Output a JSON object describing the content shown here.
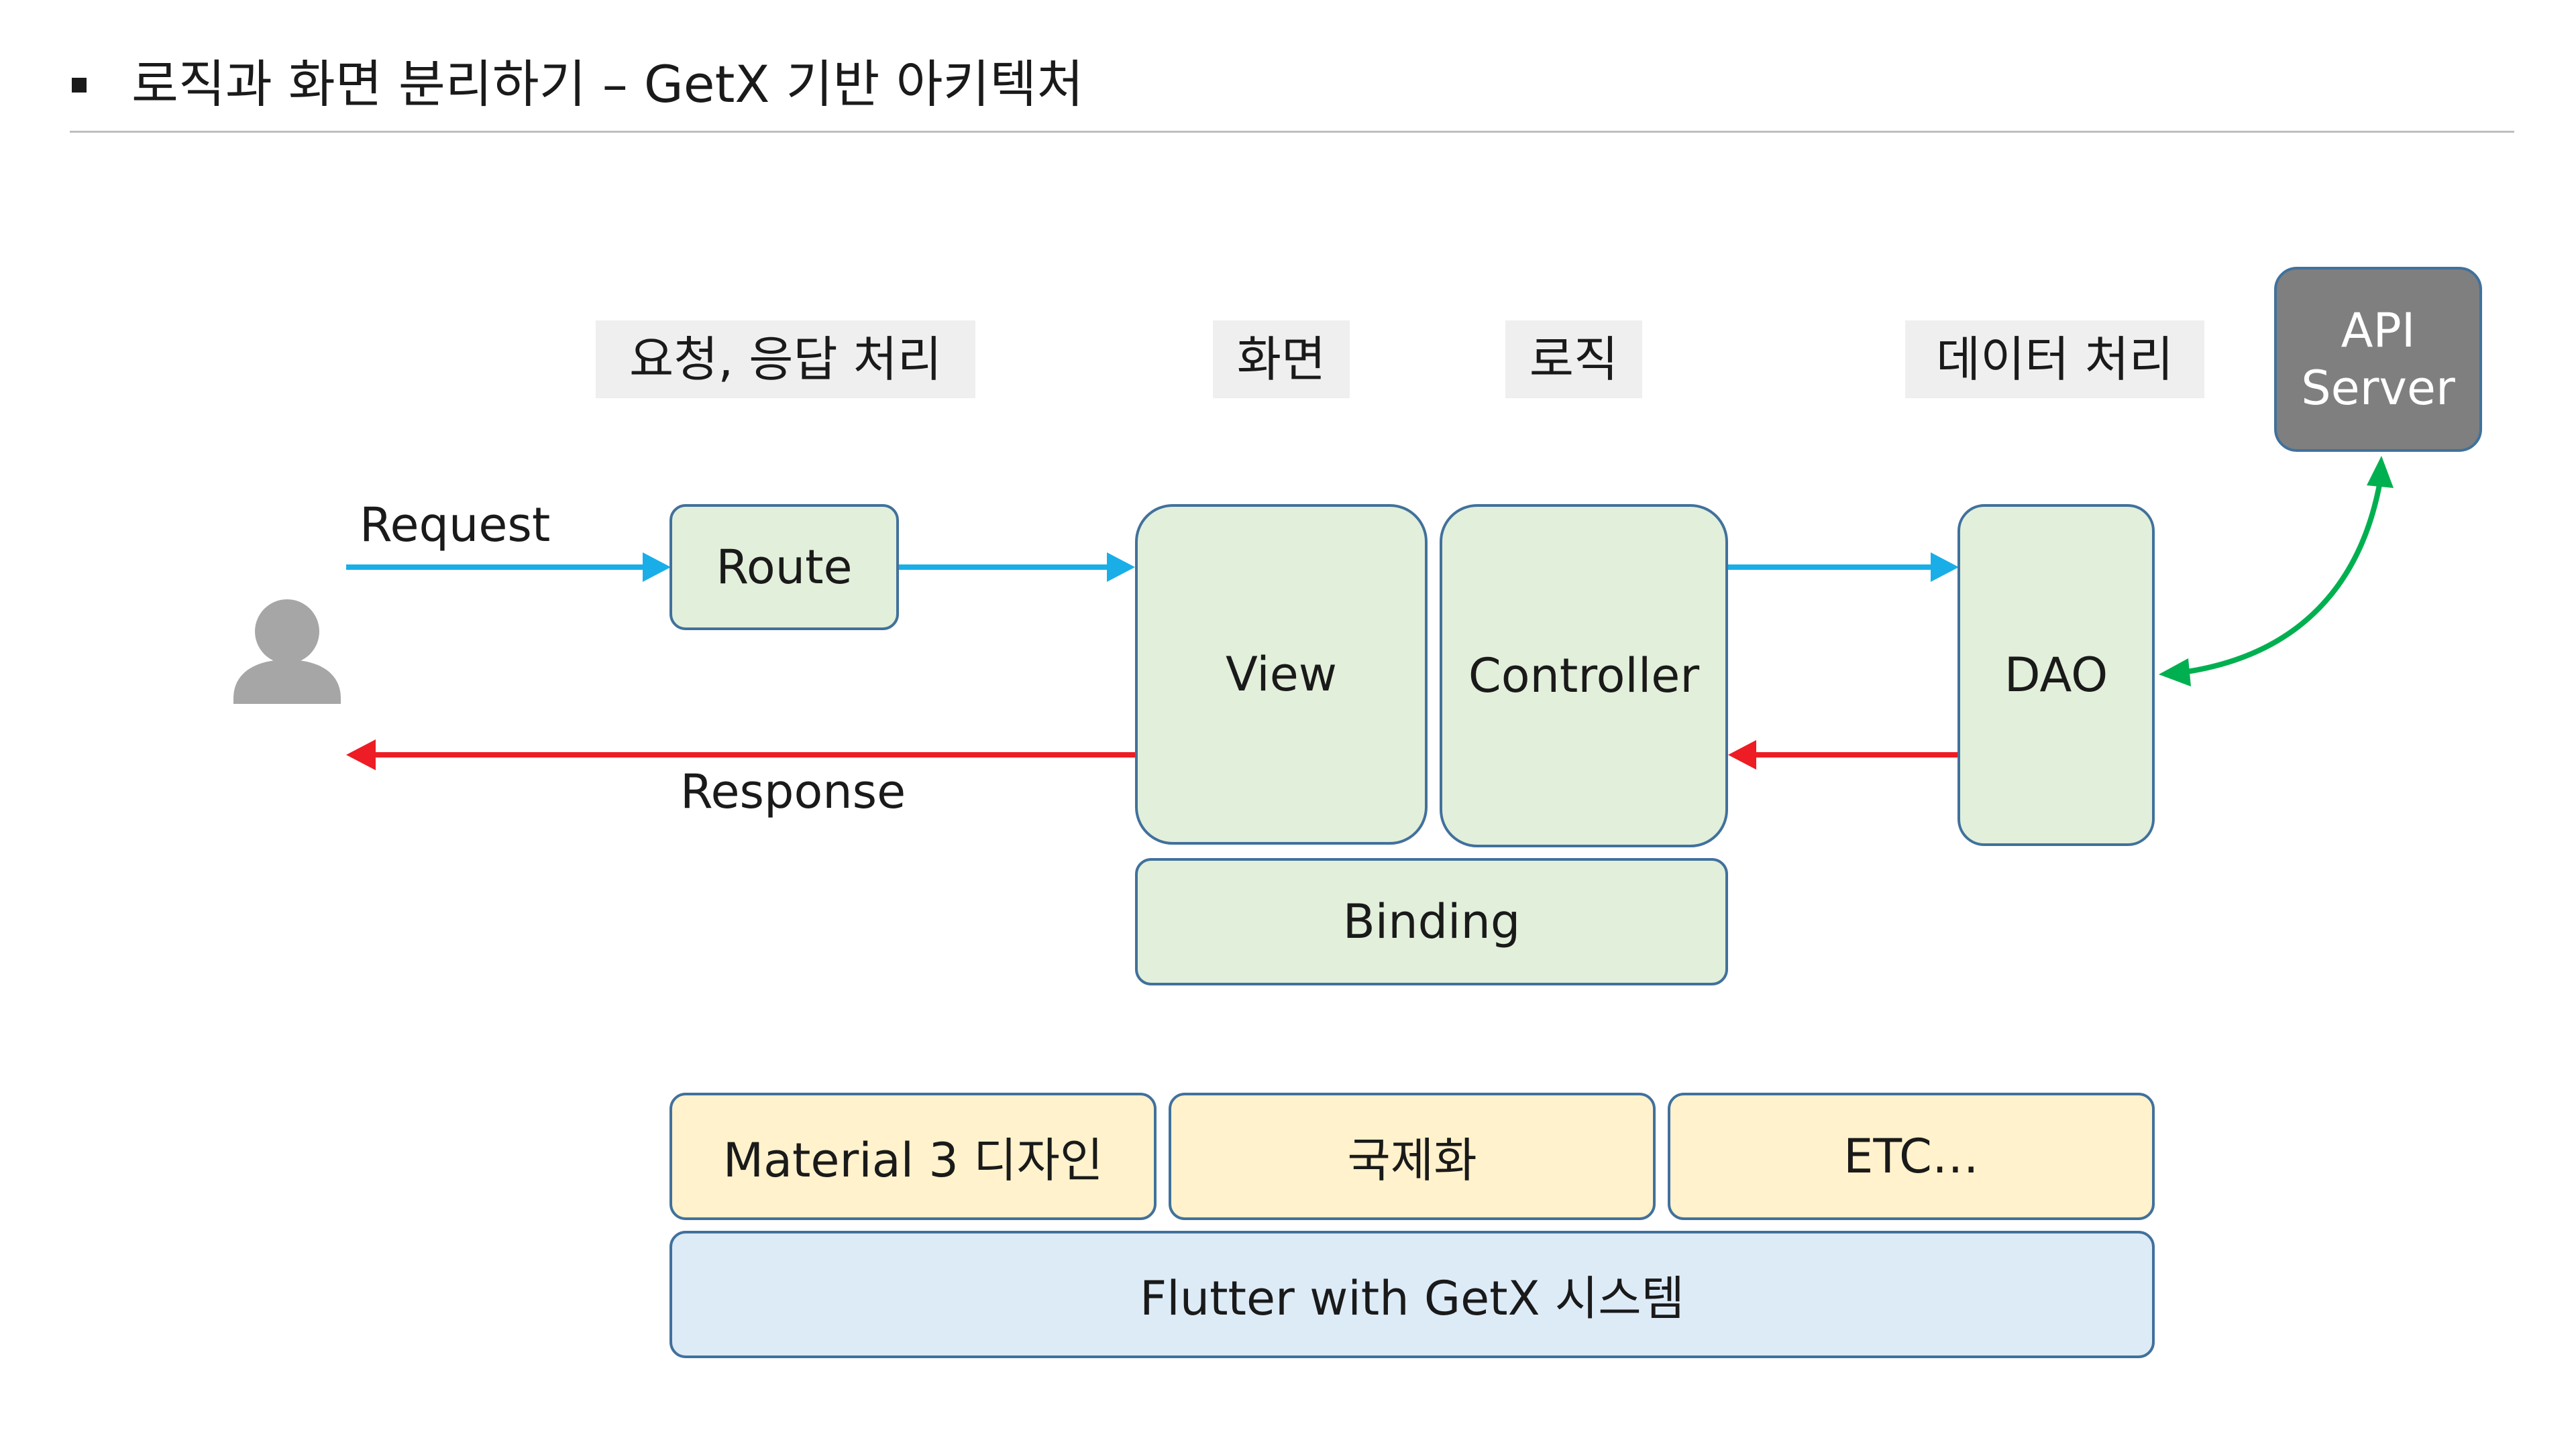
{
  "header": {
    "title": "로직과 화면 분리하기 – GetX 기반 아키텍처"
  },
  "categories": {
    "request_response": "요청, 응답 처리",
    "screen": "화면",
    "logic": "로직",
    "data": "데이터 처리"
  },
  "nodes": {
    "route": "Route",
    "view": "View",
    "controller": "Controller",
    "dao": "DAO",
    "binding": "Binding",
    "api_server_line1": "API",
    "api_server_line2": "Server"
  },
  "flows": {
    "request": "Request",
    "response": "Response"
  },
  "foundation": {
    "material": "Material 3 디자인",
    "i18n": "국제화",
    "etc": "ETC…",
    "system": "Flutter with GetX 시스템"
  },
  "colors": {
    "request_arrow": "#1aaee8",
    "response_arrow": "#ee1c24",
    "api_link": "#00b050",
    "node_border": "#41719c",
    "user_icon": "#a6a6a6"
  }
}
